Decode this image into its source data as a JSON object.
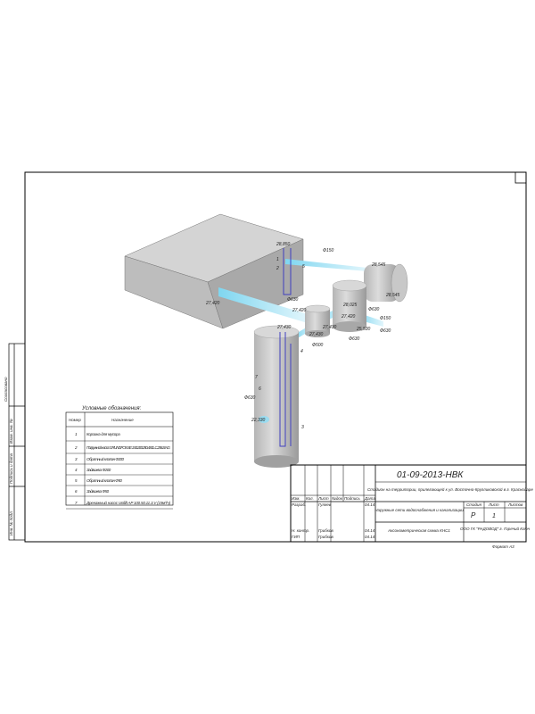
{
  "drawing": {
    "elevations": [
      "28,850",
      "28,545",
      "28,545",
      "27,420",
      "27,420",
      "28,025",
      "27,420",
      "27,430",
      "25,530",
      "27,430",
      "22,330",
      "27,430"
    ],
    "diameters": [
      "Ф150",
      "Ф630",
      "Ф150",
      "Ф630",
      "Ф630",
      "Ф500",
      "Ф630",
      "Ф630"
    ],
    "markers": [
      "1",
      "2",
      "3",
      "4",
      "5",
      "6",
      "7"
    ]
  },
  "legend": {
    "title": "Условные обозначения:",
    "col_num": "Номер",
    "col_name": "Назначение",
    "rows": [
      {
        "num": "1",
        "name": "Корзина для мусора"
      },
      {
        "num": "2",
        "name": "Погружной насос GRUNDFOS SE 1.50.200.250.4.50L.C.256.S.NG"
      },
      {
        "num": "3",
        "name": "Обратный клапан Ф200"
      },
      {
        "num": "4",
        "name": "Задвижка Ф200"
      },
      {
        "num": "5",
        "name": "Обратный клапан Ф50"
      },
      {
        "num": "6",
        "name": "Задвижка Ф50"
      },
      {
        "num": "7",
        "name": "Дренажный насос Unilift AP 100.50.11.3.V (19м³/ч)"
      }
    ]
  },
  "title_block": {
    "code": "01-09-2013-НВК",
    "object": "Стадион на территории, прилегающей к ул. Восточно-Кругликовской в г. Краснодаре",
    "section": "Наружные сети водоснабжения и канализации",
    "sheet_name": "Аксонометрическая схема КНС1",
    "company": "ООО ГК \"РАДОВОД\" г. Горячий Ключ",
    "headers": [
      "Изм.",
      "Кол.",
      "Лист",
      "№док",
      "Подпись",
      "Дата"
    ],
    "stage_h": "Стадия",
    "sheet_h": "Лист",
    "sheets_h": "Листов",
    "stage": "Р",
    "sheet": "1",
    "people": [
      {
        "role": "Разраб.",
        "name": "Гуляев",
        "date": "04.14"
      },
      {
        "role": "Н. контр.",
        "name": "Грибков",
        "date": "04.14"
      },
      {
        "role": "ГИП",
        "name": "Грибков",
        "date": "04.14"
      }
    ],
    "format": "Формат А3"
  },
  "side_stamp": [
    "Согласовано",
    "Взам. инв. №",
    "Подпись и дата",
    "Инв. № подл."
  ]
}
